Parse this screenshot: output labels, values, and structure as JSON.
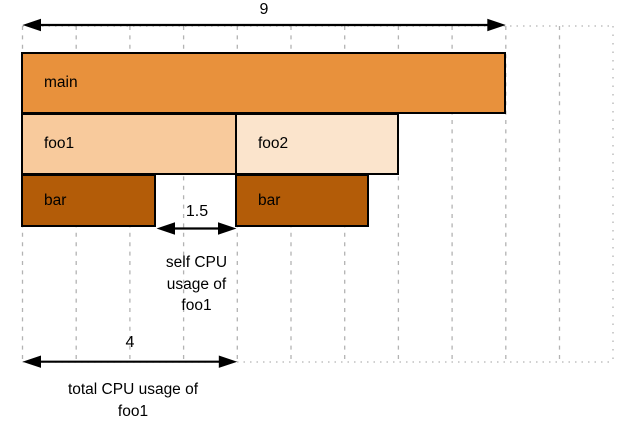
{
  "diagram": {
    "description": "flame graph CPU usage diagram",
    "frames": [
      {
        "label": "main",
        "depth": 0,
        "start": 0,
        "width_units": 9
      },
      {
        "label": "foo1",
        "depth": 1,
        "start": 0,
        "width_units": 4
      },
      {
        "label": "foo2",
        "depth": 1,
        "start": 4,
        "width_units": 3
      },
      {
        "label": "bar",
        "depth": 2,
        "start": 0,
        "width_units": 2.5
      },
      {
        "label": "bar",
        "depth": 2,
        "start": 4,
        "width_units": 2.5
      }
    ],
    "measures": {
      "top": {
        "value": "9"
      },
      "self": {
        "value": "1.5",
        "caption_lines": [
          "self CPU",
          "usage of",
          "foo1"
        ]
      },
      "total": {
        "value": "4",
        "caption_lines": [
          "total CPU usage of",
          "foo1"
        ]
      }
    },
    "colors": {
      "main_fill": "#E8913C",
      "foo1_fill": "#F8CA9C",
      "foo2_fill": "#FBE4CC",
      "bar_fill": "#B35C08",
      "border": "#000000",
      "gridline": "#B3B3B3"
    }
  }
}
